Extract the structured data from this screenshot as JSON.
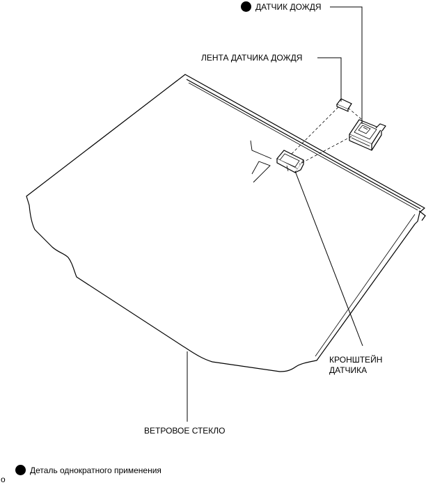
{
  "labels": {
    "rain_sensor": "ДАТЧИК ДОЖДЯ",
    "rain_sensor_tape": "ЛЕНТА ДАТЧИКА ДОЖДЯ",
    "sensor_bracket_line1": "КРОНШТЕЙН",
    "sensor_bracket_line2": "ДАТЧИКА",
    "windshield": "ВЕТРОВОЕ СТЕКЛО"
  },
  "legend": {
    "single_use_part": "Деталь однократного применения"
  },
  "corner_mark": "o",
  "colors": {
    "ink": "#000000",
    "background": "#ffffff"
  }
}
